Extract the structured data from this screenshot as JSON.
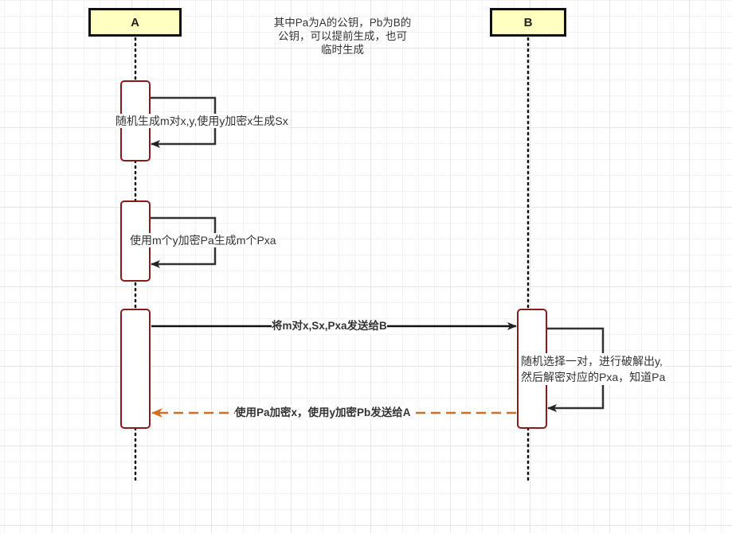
{
  "diagram": {
    "type": "sequence",
    "participants": [
      {
        "id": "A",
        "label": "A"
      },
      {
        "id": "B",
        "label": "B"
      }
    ],
    "note": {
      "lines": [
        "其中Pa为A的公钥，Pb为B的",
        "公钥，可以提前生成，也可",
        "临时生成"
      ]
    },
    "messages": [
      {
        "from": "A",
        "to": "A",
        "kind": "self",
        "label": "随机生成m对x,y,使用y加密x生成Sx"
      },
      {
        "from": "A",
        "to": "A",
        "kind": "self",
        "label": "使用m个y加密Pa生成m个Pxa"
      },
      {
        "from": "A",
        "to": "B",
        "kind": "sync",
        "label": "将m对x,Sx,Pxa发送给B"
      },
      {
        "from": "B",
        "to": "B",
        "kind": "self",
        "label_lines": [
          "随机选择一对，进行破解出y,",
          "然后解密对应的Pxa，知道Pa"
        ]
      },
      {
        "from": "B",
        "to": "A",
        "kind": "return",
        "label": "使用Pa加密x，使用y加密Pb发送给A"
      }
    ]
  },
  "colors": {
    "participant_fill": "#ffffc0",
    "participant_border": "#111111",
    "activation_border": "#8b1a1a",
    "sync_arrow": "#111111",
    "self_arrow": "#333333",
    "return_arrow": "#d07020",
    "lifeline": "#111111"
  }
}
